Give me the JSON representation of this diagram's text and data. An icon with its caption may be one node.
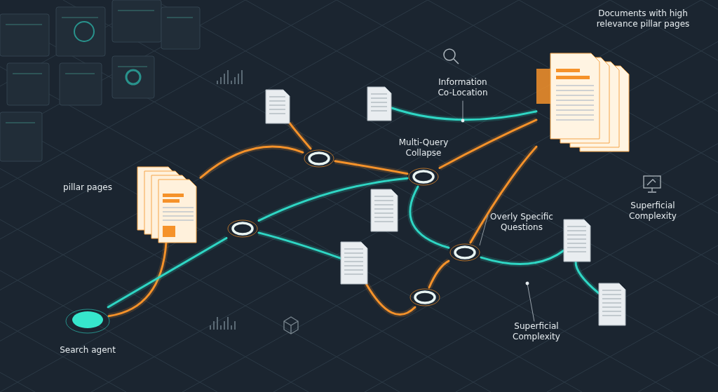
{
  "diagram": {
    "nodes": [
      {
        "text": [
          "Search agent"
        ]
      },
      {
        "text": [
          "pillar pages"
        ]
      },
      {
        "text": [
          "Documents with high relevance pillar pages"
        ]
      },
      {
        "text": [],
        "shape": "circle"
      },
      {
        "text": [],
        "shape": "circle"
      },
      {
        "text": [
          "Multi-Query Collapse"
        ]
      },
      {
        "text": [
          "Overly Specific Questions"
        ]
      },
      {
        "text": [],
        "shape": "circle"
      },
      {
        "text": [],
        "shape": "document"
      },
      {
        "text": [],
        "shape": "document"
      },
      {
        "text": [],
        "shape": "document"
      },
      {
        "text": [],
        "shape": "document"
      },
      {
        "text": [],
        "shape": "document"
      },
      {
        "text": [],
        "shape": "document"
      },
      {
        "text": [
          "Information Co-Location"
        ]
      },
      {
        "text": [
          "Superficial Complexity"
        ]
      }
    ],
    "edges": [
      {
        "from": 0,
        "to": 1,
        "arrow": "none",
        "color": "#f5922a"
      },
      {
        "from": 0,
        "to": 3,
        "arrow": "none",
        "color": "#2fd6c4"
      },
      {
        "from": 1,
        "to": 4,
        "arrow": "none",
        "color": "#f5922a"
      },
      {
        "from": 4,
        "to": 5,
        "arrow": "none",
        "color": "#f5922a"
      },
      {
        "from": 4,
        "to": 8,
        "arrow": "none",
        "color": "#f5922a"
      },
      {
        "from": 3,
        "to": 5,
        "arrow": "none",
        "color": "#2fd6c4"
      },
      {
        "from": 9,
        "to": 2,
        "arrow": "none",
        "color": "#2fd6c4"
      },
      {
        "from": 5,
        "to": 2,
        "arrow": "none",
        "color": "#f5922a"
      },
      {
        "from": 3,
        "to": 11,
        "arrow": "none",
        "color": "#2fd6c4"
      },
      {
        "from": 11,
        "to": 7,
        "arrow": "none",
        "color": "#f5922a"
      },
      {
        "from": 7,
        "to": 6,
        "arrow": "none",
        "color": "#f5922a"
      },
      {
        "from": 6,
        "to": 2,
        "arrow": "none",
        "color": "#f5922a"
      },
      {
        "from": 5,
        "to": 6,
        "arrow": "none",
        "color": "#2fd6c4"
      },
      {
        "from": 6,
        "to": 12,
        "arrow": "none",
        "color": "#2fd6c4"
      },
      {
        "from": 12,
        "to": 13,
        "arrow": "none",
        "color": "#2fd6c4"
      },
      {
        "from": 14,
        "to": null,
        "arrow": "other",
        "color": "#9aa4ad"
      },
      {
        "from": 15,
        "to": null,
        "arrow": "other",
        "color": "#9aa4ad"
      }
    ],
    "labels": [
      "Superficial Complexity"
    ]
  }
}
